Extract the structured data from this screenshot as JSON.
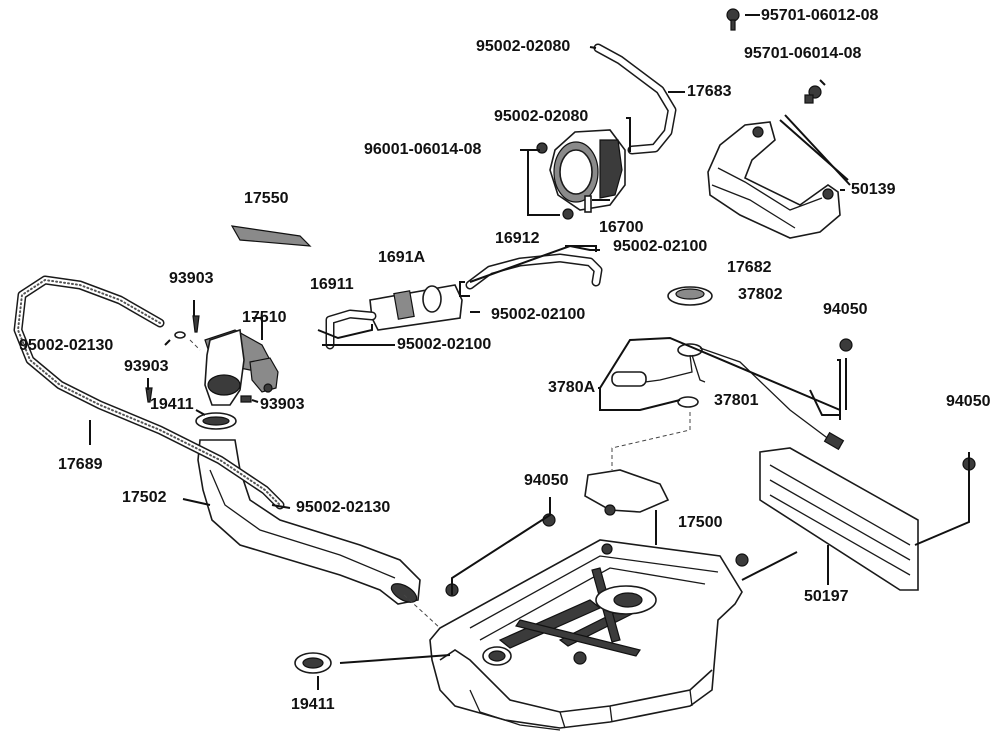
{
  "diagram": {
    "labels": {
      "l_95701_06012_08": "95701-06012-08",
      "l_95002_02080_top": "95002-02080",
      "l_95701_06014_08": "95701-06014-08",
      "l_17683": "17683",
      "l_95002_02080_mid": "95002-02080",
      "l_96001_06014_08": "96001-06014-08",
      "l_50139": "50139",
      "l_17550": "17550",
      "l_16700": "16700",
      "l_16912": "16912",
      "l_95002_02100_a": "95002-02100",
      "l_1691A": "1691A",
      "l_17682": "17682",
      "l_93903_a": "93903",
      "l_16911": "16911",
      "l_37802": "37802",
      "l_95002_02100_b": "95002-02100",
      "l_17510": "17510",
      "l_95002_02100_c": "95002-02100",
      "l_94050_a": "94050",
      "l_95002_02130_a": "95002-02130",
      "l_93903_b": "93903",
      "l_3780A": "3780A",
      "l_94050_b": "94050",
      "l_19411_a": "19411",
      "l_93903_c": "93903",
      "l_37801": "37801",
      "l_17689": "17689",
      "l_94050_c": "94050",
      "l_17502": "17502",
      "l_95002_02130_b": "95002-02130",
      "l_17500": "17500",
      "l_50197": "50197",
      "l_19411_b": "19411"
    }
  }
}
